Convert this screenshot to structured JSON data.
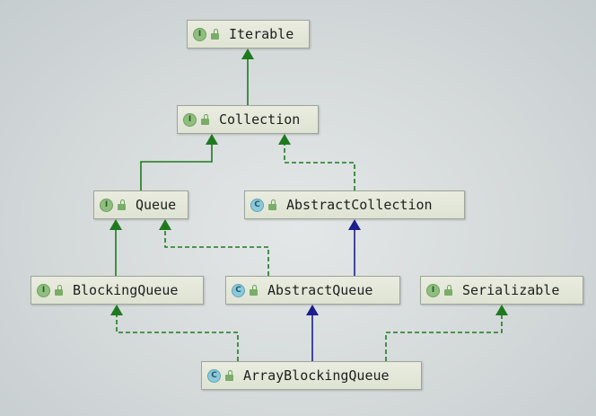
{
  "diagram": {
    "nodes": [
      {
        "id": "iterable",
        "label": "Iterable",
        "kind": "interface",
        "kind_badge": "I"
      },
      {
        "id": "collection",
        "label": "Collection",
        "kind": "interface",
        "kind_badge": "I"
      },
      {
        "id": "queue",
        "label": "Queue",
        "kind": "interface",
        "kind_badge": "I"
      },
      {
        "id": "abstract-collection",
        "label": "AbstractCollection",
        "kind": "abstract-class",
        "kind_badge": "C"
      },
      {
        "id": "blocking-queue",
        "label": "BlockingQueue",
        "kind": "interface",
        "kind_badge": "I"
      },
      {
        "id": "abstract-queue",
        "label": "AbstractQueue",
        "kind": "abstract-class",
        "kind_badge": "C"
      },
      {
        "id": "serializable",
        "label": "Serializable",
        "kind": "interface",
        "kind_badge": "I"
      },
      {
        "id": "array-blocking-queue",
        "label": "ArrayBlockingQueue",
        "kind": "class",
        "kind_badge": "C"
      }
    ],
    "edges": [
      {
        "from": "collection",
        "to": "iterable",
        "type": "extends"
      },
      {
        "from": "queue",
        "to": "collection",
        "type": "extends"
      },
      {
        "from": "abstract-collection",
        "to": "collection",
        "type": "implements"
      },
      {
        "from": "blocking-queue",
        "to": "queue",
        "type": "extends"
      },
      {
        "from": "abstract-queue",
        "to": "queue",
        "type": "implements"
      },
      {
        "from": "abstract-queue",
        "to": "abstract-collection",
        "type": "class-extends"
      },
      {
        "from": "array-blocking-queue",
        "to": "blocking-queue",
        "type": "implements"
      },
      {
        "from": "array-blocking-queue",
        "to": "abstract-queue",
        "type": "class-extends"
      },
      {
        "from": "array-blocking-queue",
        "to": "serializable",
        "type": "implements"
      }
    ],
    "colors": {
      "interface_extends": "#1f7a1f",
      "interface_implements": "#1f7a1f",
      "class_extends": "#1b1f8c",
      "node_border": "#9ea69a",
      "interface_badge": "#8fbf7e",
      "class_badge": "#8ec9d9"
    },
    "icons": {
      "interface_badge": "interface-badge-icon",
      "class_badge": "class-badge-icon",
      "visibility": "lock-icon"
    }
  }
}
